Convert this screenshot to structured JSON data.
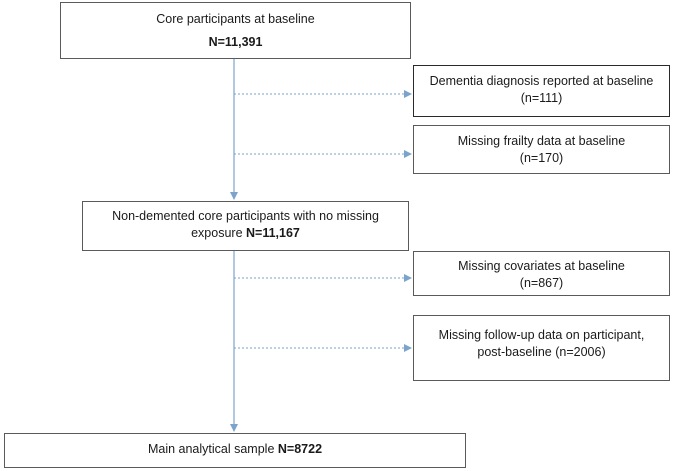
{
  "boxes": {
    "baseline": {
      "title": "Core participants at baseline",
      "count": "N=11,391"
    },
    "dementia": {
      "title": "Dementia diagnosis reported at baseline",
      "count": "(n=111)"
    },
    "frailty": {
      "title": "Missing frailty data at baseline",
      "count": "(n=170)"
    },
    "non_demented": {
      "title": "Non-demented core participants with no missing",
      "title_line2": "exposure",
      "count": "N=11,167"
    },
    "covariates": {
      "title": "Missing covariates at baseline",
      "count": "(n=867)"
    },
    "followup": {
      "title_line1": "Missing follow-up data on participant,",
      "title_line2": "post-baseline (n=2006)"
    },
    "sample": {
      "title": "Main analytical sample",
      "count": "N=8722"
    }
  },
  "colors": {
    "arrow": "#7ba3cc",
    "border": "#5a5a5a"
  }
}
